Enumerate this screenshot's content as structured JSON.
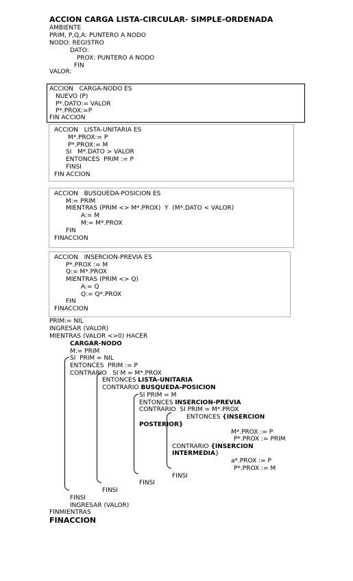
{
  "title": "ACCION CARGA LISTA-CIRCULAR- SIMPLE-ORDENADA",
  "ambiente": {
    "header": "AMBIENTE",
    "lines": [
      "PRIM, P,Q,A: PUNTERO A NODO",
      "NODO: REGISTRO",
      "DATO:",
      "PROX: PUNTERO A NODO",
      "FIN",
      "VALOR:"
    ]
  },
  "carga_nodo": [
    "ACCION   CARGA-NODO ES",
    "NUEVO (P)",
    "P*.DATO:= VALOR",
    "P*.PROX:=P",
    "FIN ACCION"
  ],
  "lista_unitaria": [
    "ACCION   LISTA-UNITARIA ES",
    "M*.PROX:= P",
    "P*.PROX:= M",
    "SI   M*.DATO > VALOR",
    "ENTONCES  PRIM := P",
    "FINSI",
    "FIN ACCION"
  ],
  "busqueda_posicion": [
    "ACCION   BUSQUEDA-POSICION ES",
    "M:= PRIM",
    "MIENTRAS (PRIM <> M*.PROX)  Y  (M*.DATO < VALOR)",
    "A:= M",
    "M:= M*.PROX",
    "FIN",
    "FINACCION"
  ],
  "insercion_previa": [
    "ACCION   INSERCION-PREVIA ES",
    "P*.PROX := M",
    "Q:= M*.PROX",
    "MIENTRAS (PRIM <> Q)",
    "A:= Q",
    "Q:= Q*.PROX",
    "FIN",
    "FINACCION"
  ],
  "main": {
    "l1": "PRIM:= NIL",
    "l2": "INGRESAR (VALOR)",
    "l3": "MIENTRAS (VALOR <>0) HACER",
    "cargar_nodo": "CARGAR-NODO",
    "m_prim": "M:= PRIM",
    "si_prim_nil": "SI  PRIM = NIL",
    "entonces_prim_p": "ENTONCES  PRIM := P",
    "contrario_si": "CONTRARIO   SI M = M*.PROX",
    "entonces_kw": "ENTONCES ",
    "lista_unitaria": "LISTA-UNITARIA",
    "contrario_kw": "CONTRARIO ",
    "busqueda_posicion": "BUSQUEDA-POSICION",
    "si_prim_m": "SI PRIM = M",
    "entonces_kw2": "ENTONCES ",
    "insercion_previa": "INSERCION-PREVIA",
    "contrario_si_prim": "CONTRARIO  SI PRIM = M*.PROX",
    "entonces_kw3": "ENTONCES ",
    "insercion_open": "{INSERCION",
    "posterior": "POSTERIOR}",
    "m_prox_p": "M*.PROX := P",
    "p_prox_prim": "P*.PROX := PRIM",
    "contrario_kw2": "CONTRARIO ",
    "insercion_open2": "{INSERCION",
    "intermedia": "INTERMEDIA",
    "intermedia_close": "}",
    "a_prox_p": "a*.PROX := P",
    "p_prox_m": "P*.PROX := M",
    "finsi_1": "FINSI",
    "finsi_2": "FINSI",
    "finsi_3": "FINSI",
    "finsi_4": "FINSI",
    "ingresar": "INGRESAR (VALOR)",
    "finmientras": "FINMIENTRAS",
    "finaccion": "FINACCION"
  }
}
